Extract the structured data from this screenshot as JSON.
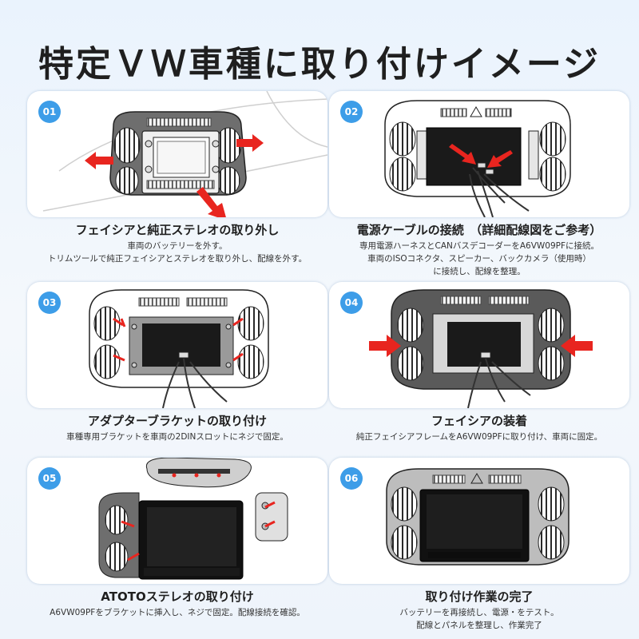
{
  "title": "特定ＶＷ車種に取り付けイメージ",
  "colors": {
    "badge": "#3d9de8",
    "arrow": "#e8251f",
    "facia_dark": "#6e6e6e",
    "facia_light": "#cfcfcf"
  },
  "steps": [
    {
      "num": "01",
      "title": "フェイシアと純正ステレオの取り外し",
      "desc": [
        "車両のバッテリーを外す。",
        "トリムツールで純正フェイシアとステレオを取り外し、配線を外す。"
      ]
    },
    {
      "num": "02",
      "title": "電源ケーブルの接続　（詳細配線図をご参考）",
      "desc": [
        "専用電源ハーネスとCANバスデコーダーをA6VW09PFに接続。",
        "車両のISOコネクタ、スピーカー、バックカメラ（使用時）",
        "に接続し、配線を整理。"
      ]
    },
    {
      "num": "03",
      "title": "アダプターブラケットの取り付け",
      "desc": [
        "車種専用ブラケットを車両の2DINスロットにネジで固定。"
      ]
    },
    {
      "num": "04",
      "title": "フェイシアの装着",
      "desc": [
        "純正フェイシアフレームをA6VW09PFに取り付け、車両に固定。"
      ]
    },
    {
      "num": "05",
      "title": "ATOTOステレオの取り付け",
      "desc": [
        "A6VW09PFをブラケットに挿入し、ネジで固定。配線接続を確認。"
      ]
    },
    {
      "num": "06",
      "title": "取り付け作業の完了",
      "desc": [
        "バッテリーを再接続し、電源・をテスト。",
        "配線とパネルを整理し、作業完了"
      ]
    }
  ]
}
